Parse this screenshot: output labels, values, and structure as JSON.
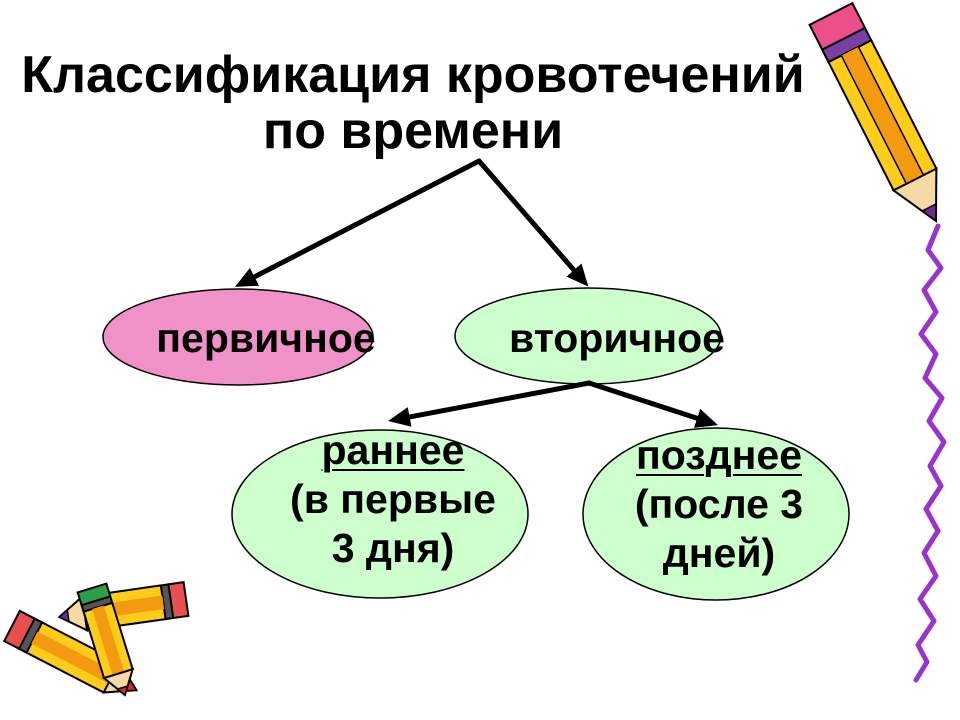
{
  "title": {
    "line1": "Классификация кровотечений",
    "line2": "по времени"
  },
  "diagram": {
    "primary": {
      "label": "первичное",
      "fill": "#F092C8"
    },
    "secondary": {
      "label": "вторичное",
      "fill": "#CCFFCC",
      "subtypes": {
        "early": {
          "label": "раннее",
          "detail": [
            "(в первые",
            "3 дня)"
          ],
          "fill": "#CCFFCC"
        },
        "late": {
          "label": "позднее",
          "detail": [
            "(после 3",
            "дней)"
          ],
          "fill": "#CCFFCC"
        }
      }
    }
  },
  "colors": {
    "text": "#000000",
    "arrow": "#000000",
    "squiggle": "#9933CC",
    "background": "#FFFFFF"
  },
  "decorations": {
    "icons": [
      "pencil-icon",
      "pencil-icon",
      "pencil-icon",
      "pencil-icon"
    ],
    "border": "squiggle-line"
  }
}
